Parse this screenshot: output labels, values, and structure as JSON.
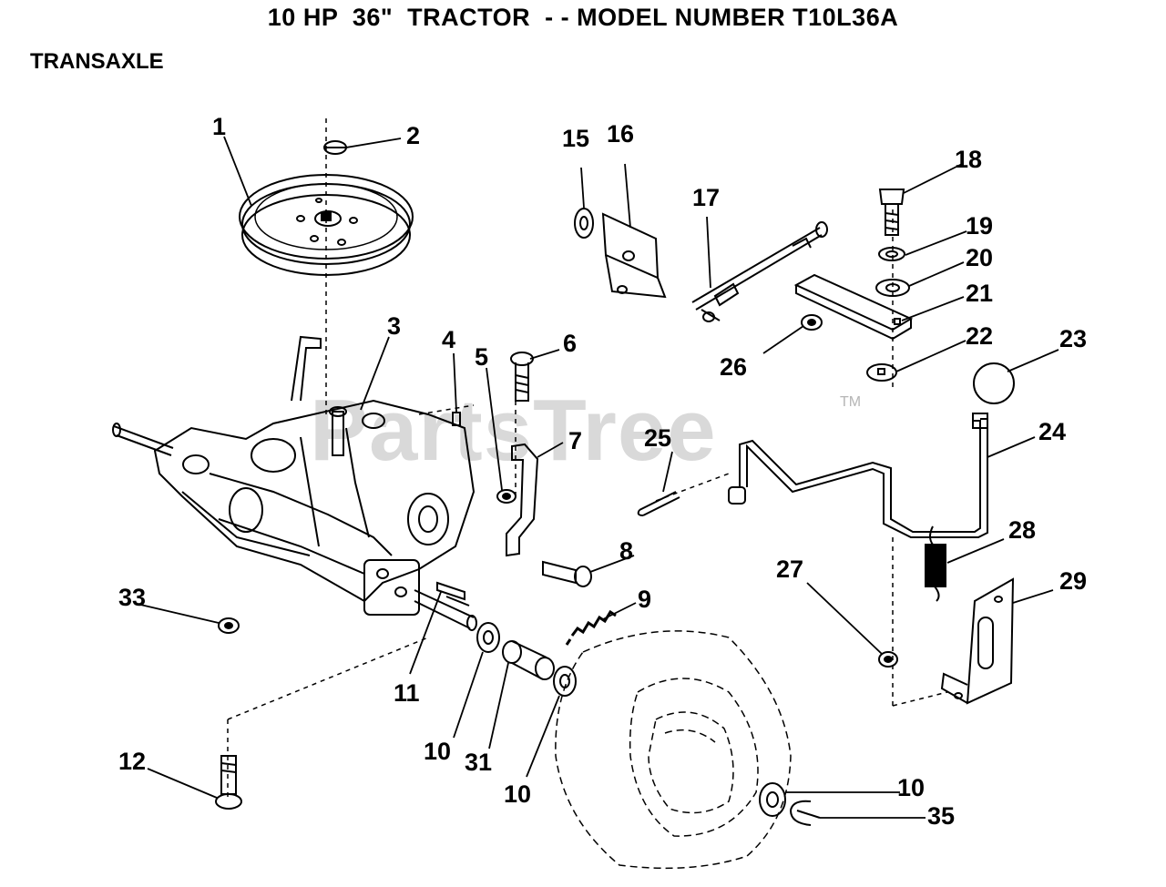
{
  "header": {
    "title": "10 HP  36\"  TRACTOR  - - MODEL NUMBER T10L36A",
    "section": "TRANSAXLE"
  },
  "watermark": {
    "text": "PartsTree",
    "trademark": "TM"
  },
  "colors": {
    "ink": "#000000",
    "watermark": "#aaaaaa",
    "background": "#ffffff"
  },
  "callouts": [
    "1",
    "2",
    "3",
    "4",
    "5",
    "6",
    "7",
    "8",
    "9",
    "10",
    "11",
    "12",
    "15",
    "16",
    "17",
    "18",
    "19",
    "20",
    "21",
    "22",
    "23",
    "24",
    "25",
    "26",
    "27",
    "28",
    "29",
    "33",
    "31",
    "10",
    "10",
    "35"
  ]
}
